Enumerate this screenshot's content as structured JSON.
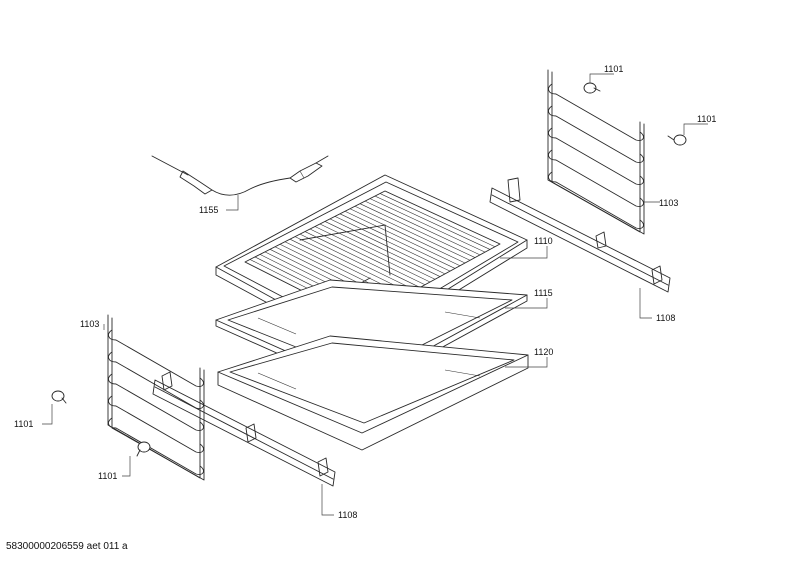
{
  "diagram": {
    "labels": {
      "l1101_a": "1101",
      "l1101_b": "1101",
      "l1103_a": "1103",
      "l1155": "1155",
      "l1110": "1110",
      "l1108_a": "1108",
      "l1115": "1115",
      "l1120": "1120",
      "l1103_b": "1103",
      "l1101_c": "1101",
      "l1101_d": "1101",
      "l1108_b": "1108"
    }
  },
  "footer": {
    "code": "58300000206559 aet 011 a"
  }
}
